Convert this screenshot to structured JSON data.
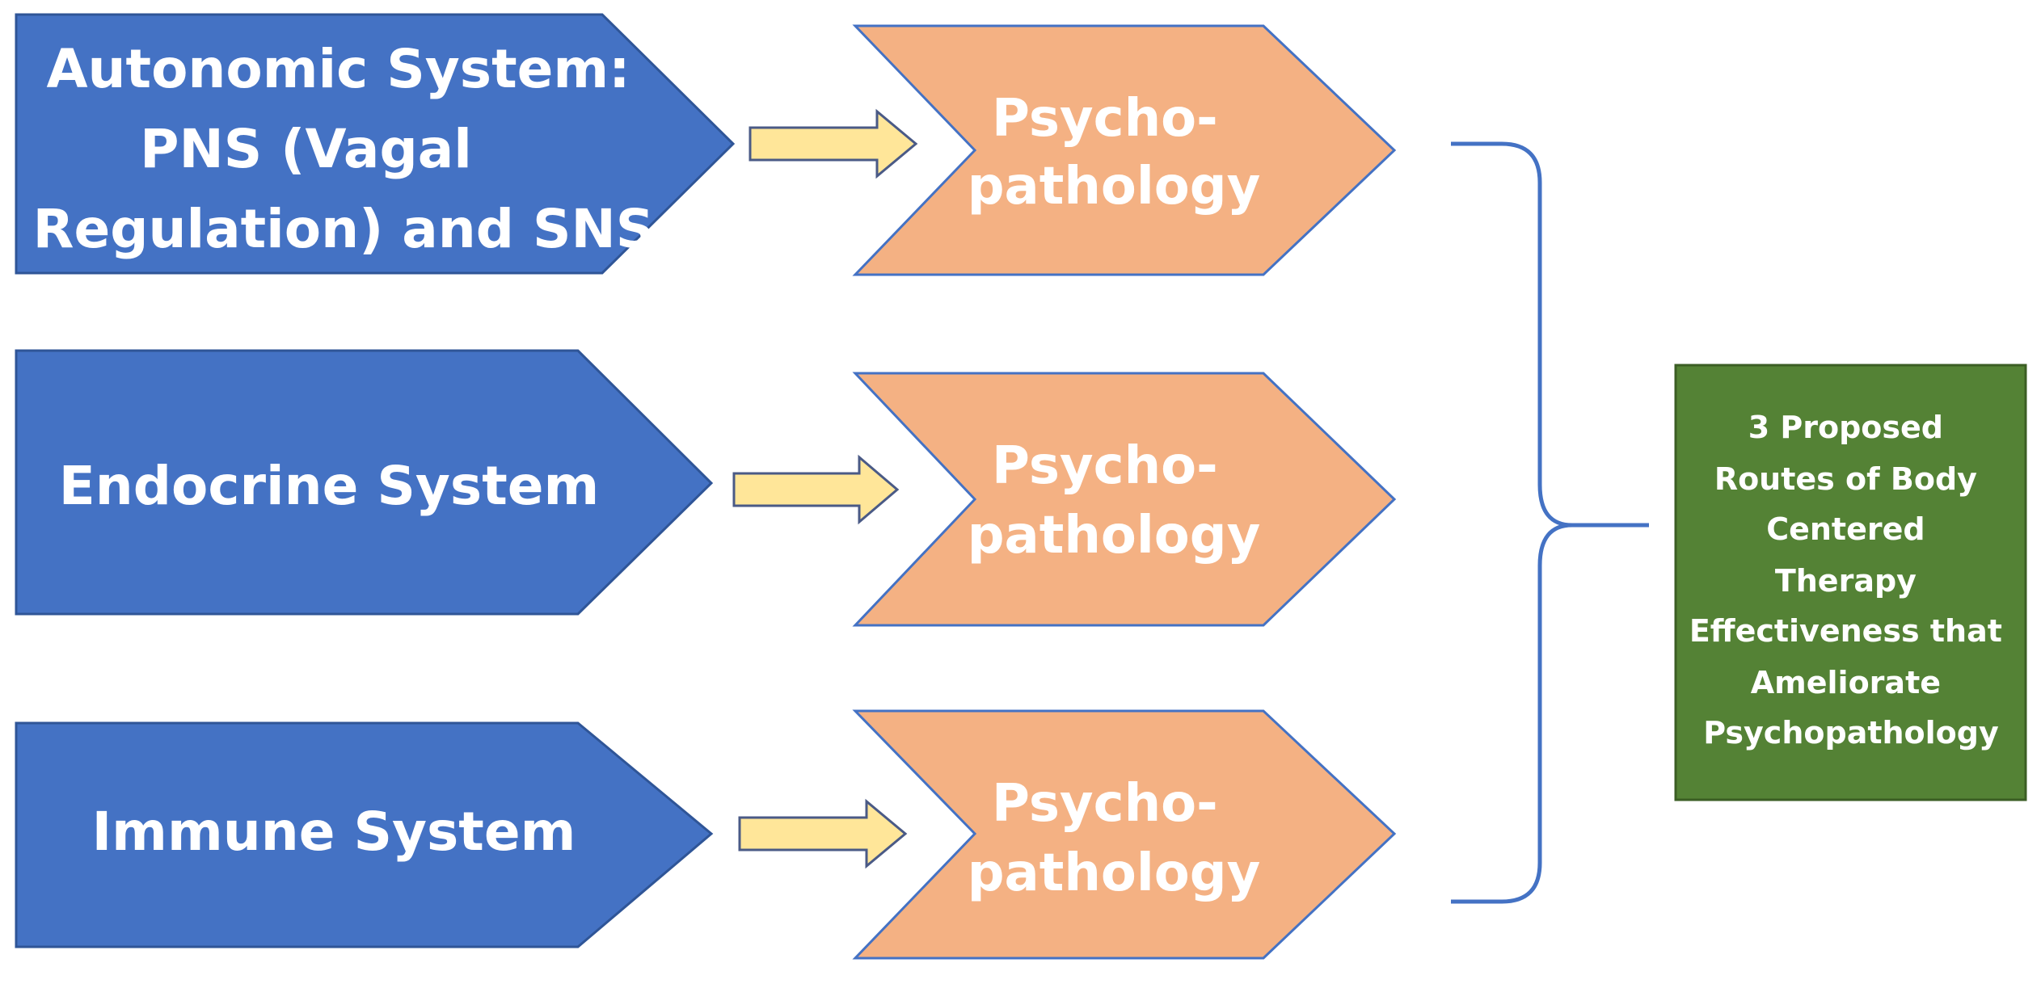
{
  "systems": [
    {
      "lines": [
        "Autonomic System:",
        "PNS (Vagal",
        "Regulation) and SNS"
      ]
    },
    {
      "lines": [
        "Endocrine System"
      ]
    },
    {
      "lines": [
        "Immune System"
      ]
    }
  ],
  "outcomes": [
    {
      "lines": [
        "Psycho-",
        "pathology"
      ]
    },
    {
      "lines": [
        "Psycho-",
        "pathology"
      ]
    },
    {
      "lines": [
        "Psycho-",
        "pathology"
      ]
    }
  ],
  "summary": {
    "lines": [
      "3 Proposed",
      "Routes of Body",
      "Centered",
      "Therapy",
      "Effectiveness that",
      "Ameliorate",
      "Psychopathology"
    ]
  },
  "colors": {
    "system_fill": "#4472C4",
    "system_stroke": "#2F5597",
    "outcome_fill": "#F4B183",
    "outcome_stroke": "#4472C4",
    "arrow_fill": "#FFE699",
    "arrow_stroke": "#4A5A86",
    "brace_stroke": "#4472C4",
    "summary_fill": "#548235",
    "summary_stroke": "#3B5E24"
  }
}
